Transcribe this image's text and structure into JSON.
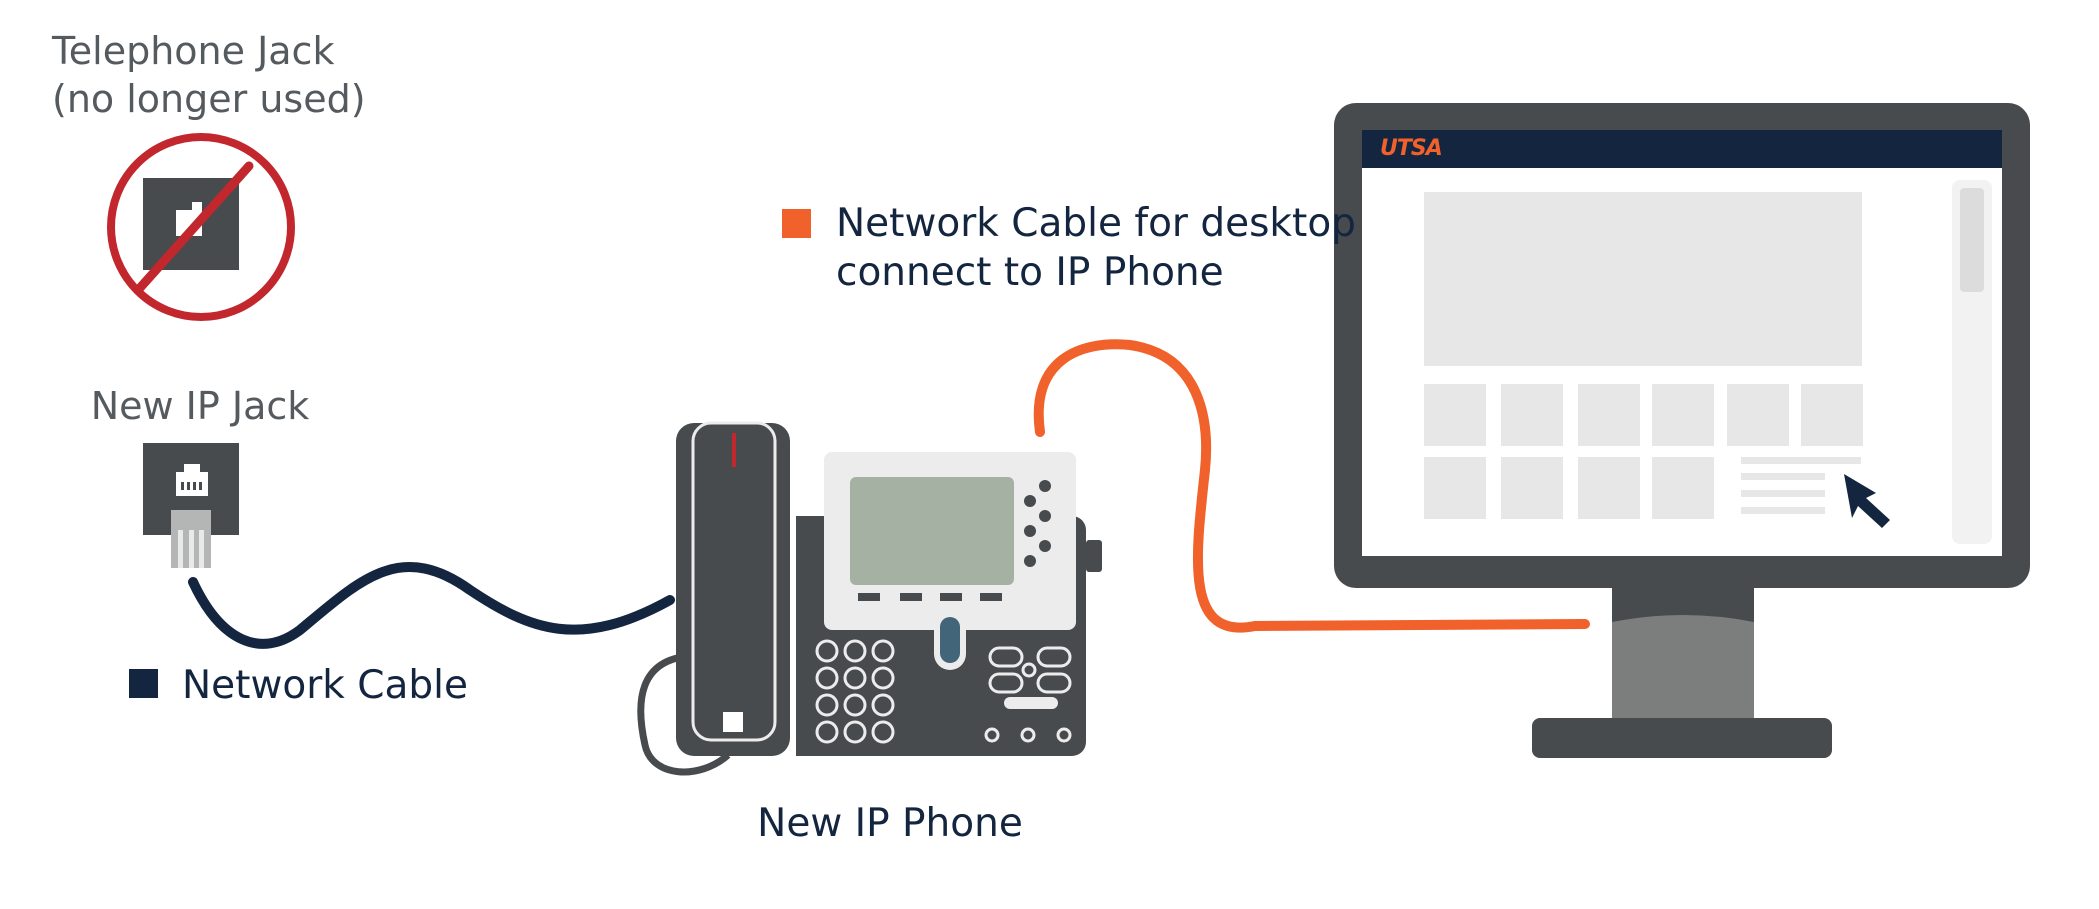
{
  "labels": {
    "telephone_jack_line1": "Telephone Jack",
    "telephone_jack_line2": "(no longer used)",
    "new_ip_jack": "New IP Jack",
    "network_cable": "Network Cable",
    "desktop_cable_line1": "Network Cable for desktop",
    "desktop_cable_line2": "connect to IP Phone",
    "new_ip_phone": "New IP Phone",
    "monitor_brand": "UTSA"
  },
  "colors": {
    "navy": "#13253f",
    "orange": "#f0612b",
    "no_symbol_red": "#c1272d",
    "dark_gray": "#474b4e",
    "screen_placeholder": "#e6e7e6",
    "phone_lcd": "#a5b2a3"
  },
  "icons": {
    "old_jack": "phone-jack-prohibited-icon",
    "ip_jack": "ethernet-jack-icon",
    "cursor": "mouse-cursor-icon"
  }
}
